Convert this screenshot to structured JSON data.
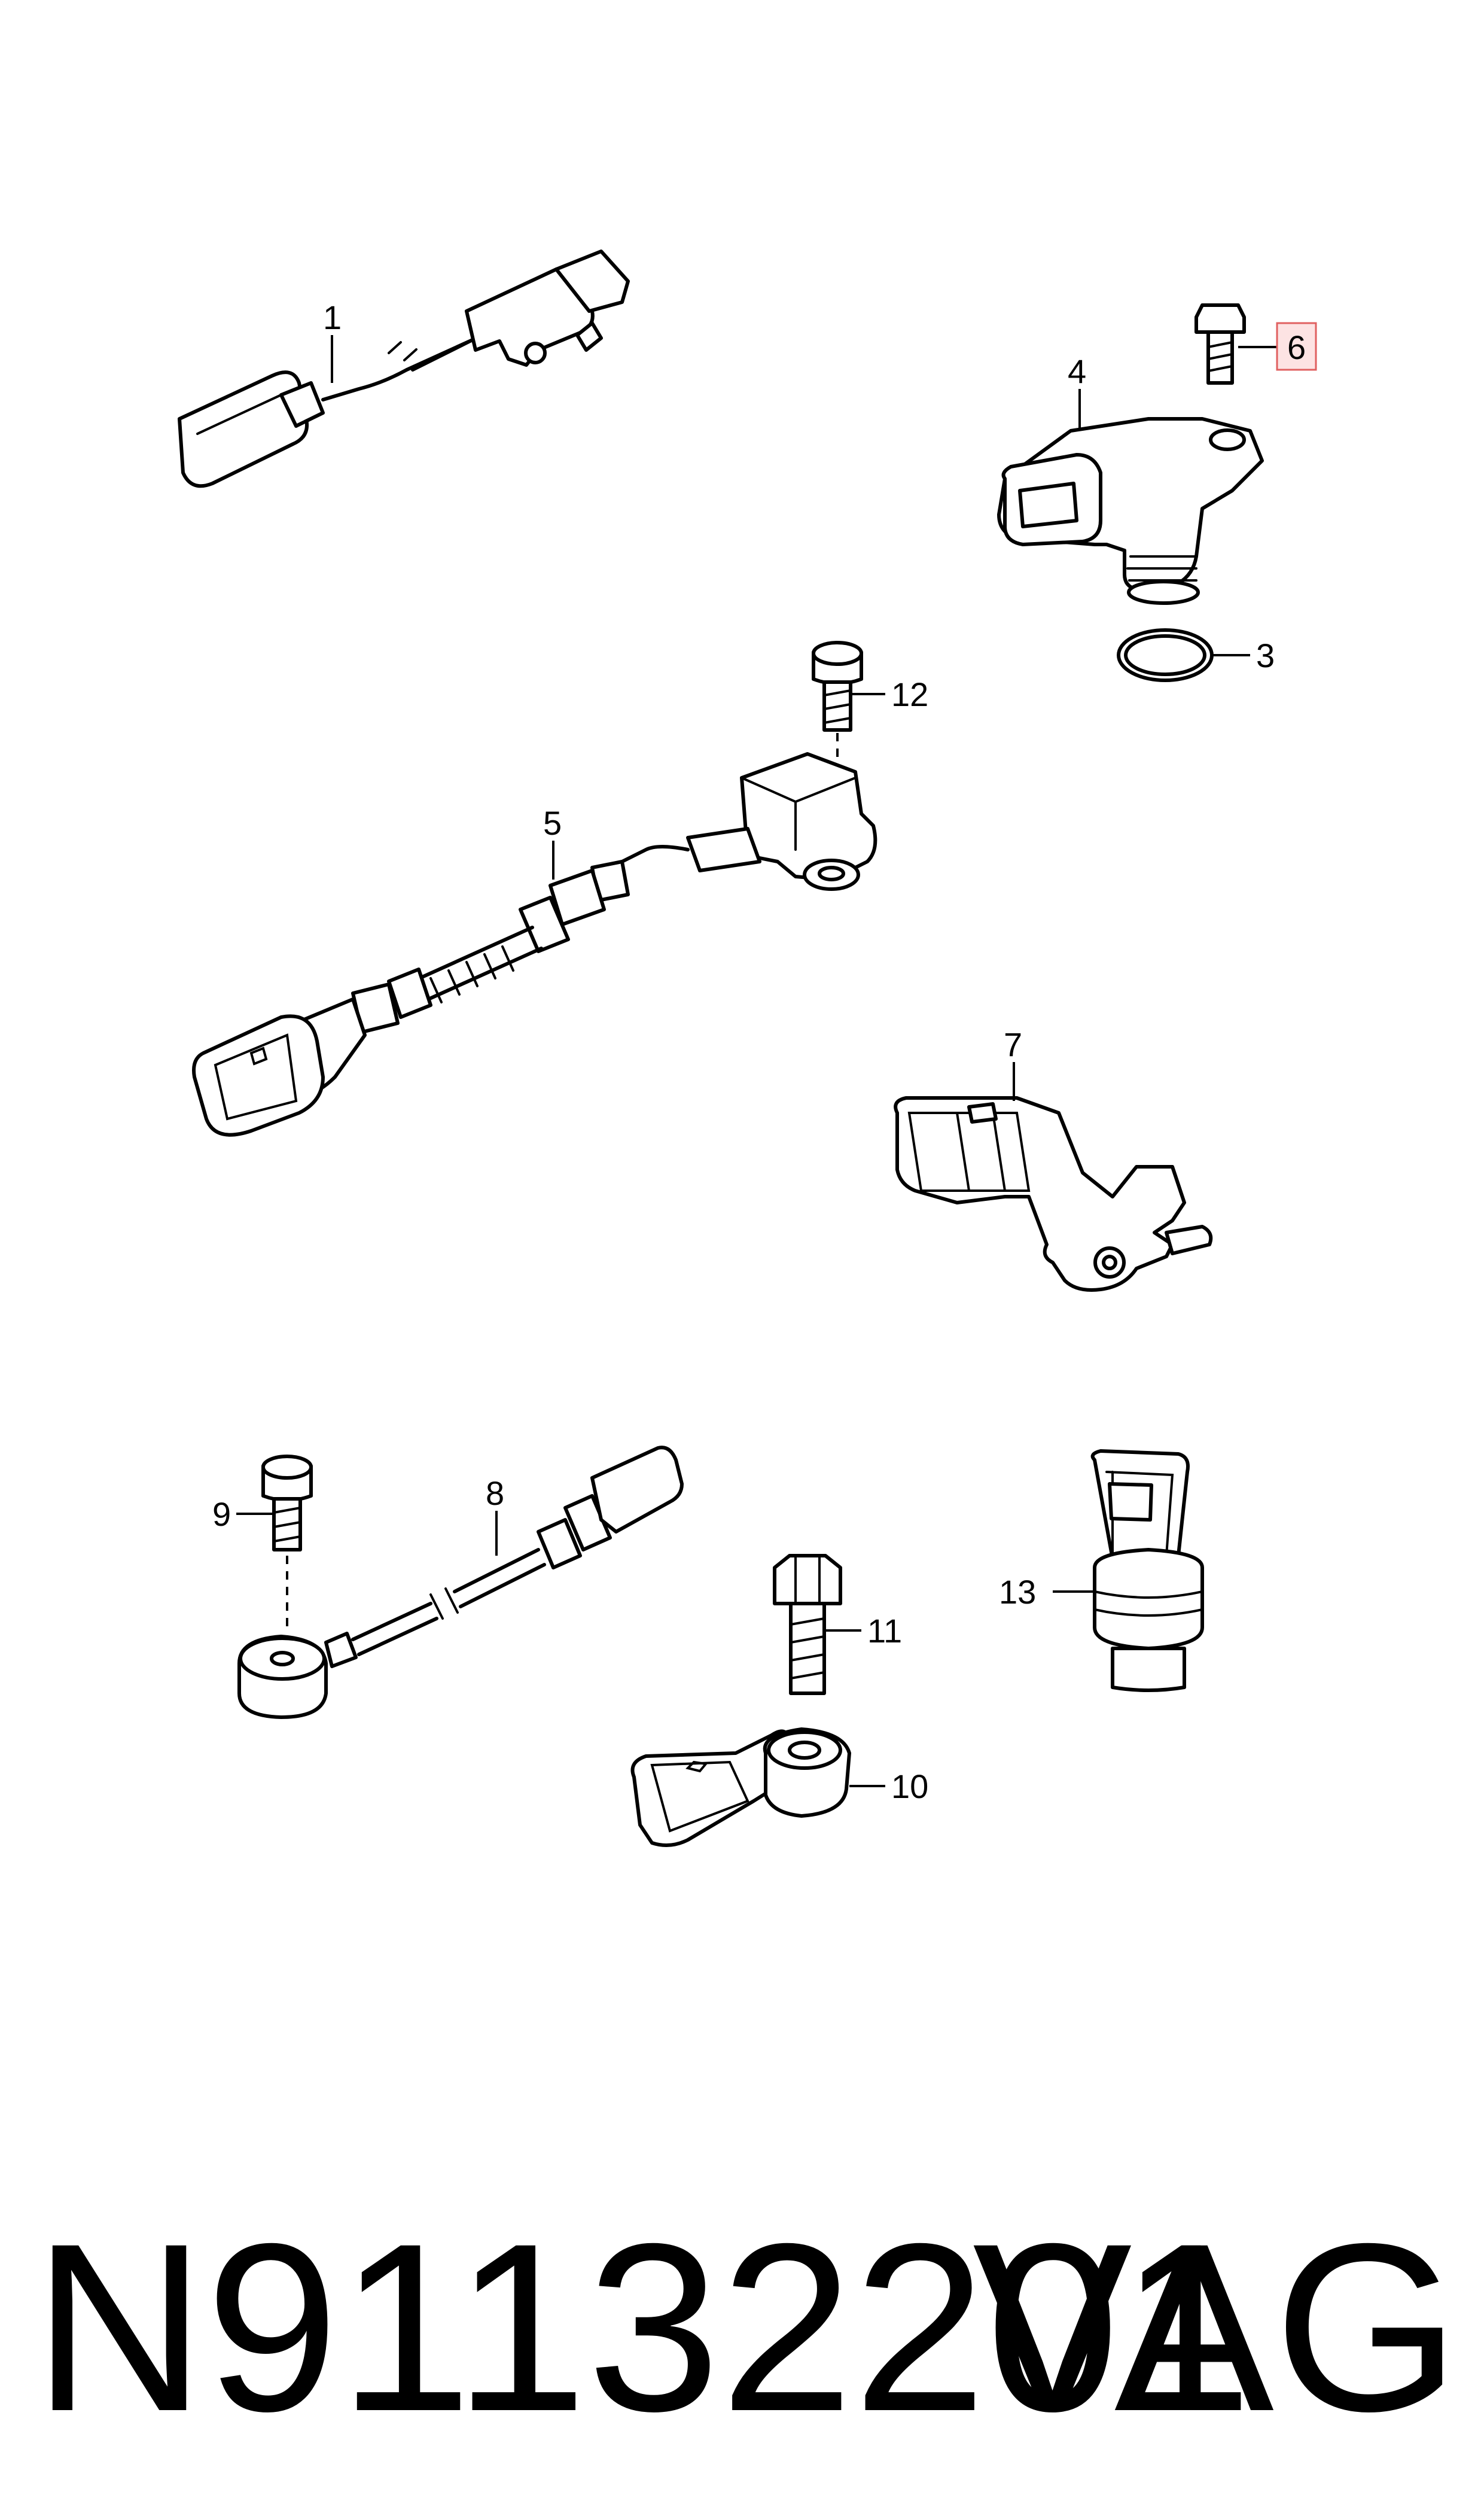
{
  "diagram": {
    "callouts": [
      {
        "id": "1",
        "label": "1"
      },
      {
        "id": "3",
        "label": "3"
      },
      {
        "id": "4",
        "label": "4"
      },
      {
        "id": "5",
        "label": "5"
      },
      {
        "id": "6",
        "label": "6",
        "highlighted": true
      },
      {
        "id": "7",
        "label": "7"
      },
      {
        "id": "8",
        "label": "8"
      },
      {
        "id": "9",
        "label": "9"
      },
      {
        "id": "10",
        "label": "10"
      },
      {
        "id": "11",
        "label": "11"
      },
      {
        "id": "12",
        "label": "12"
      },
      {
        "id": "13",
        "label": "13"
      }
    ],
    "highlight_color": "#e06060",
    "highlight_fill": "#fde3e3",
    "line_color": "#000000"
  },
  "footer": {
    "part_number": "N91132201",
    "brand": "VAG"
  }
}
